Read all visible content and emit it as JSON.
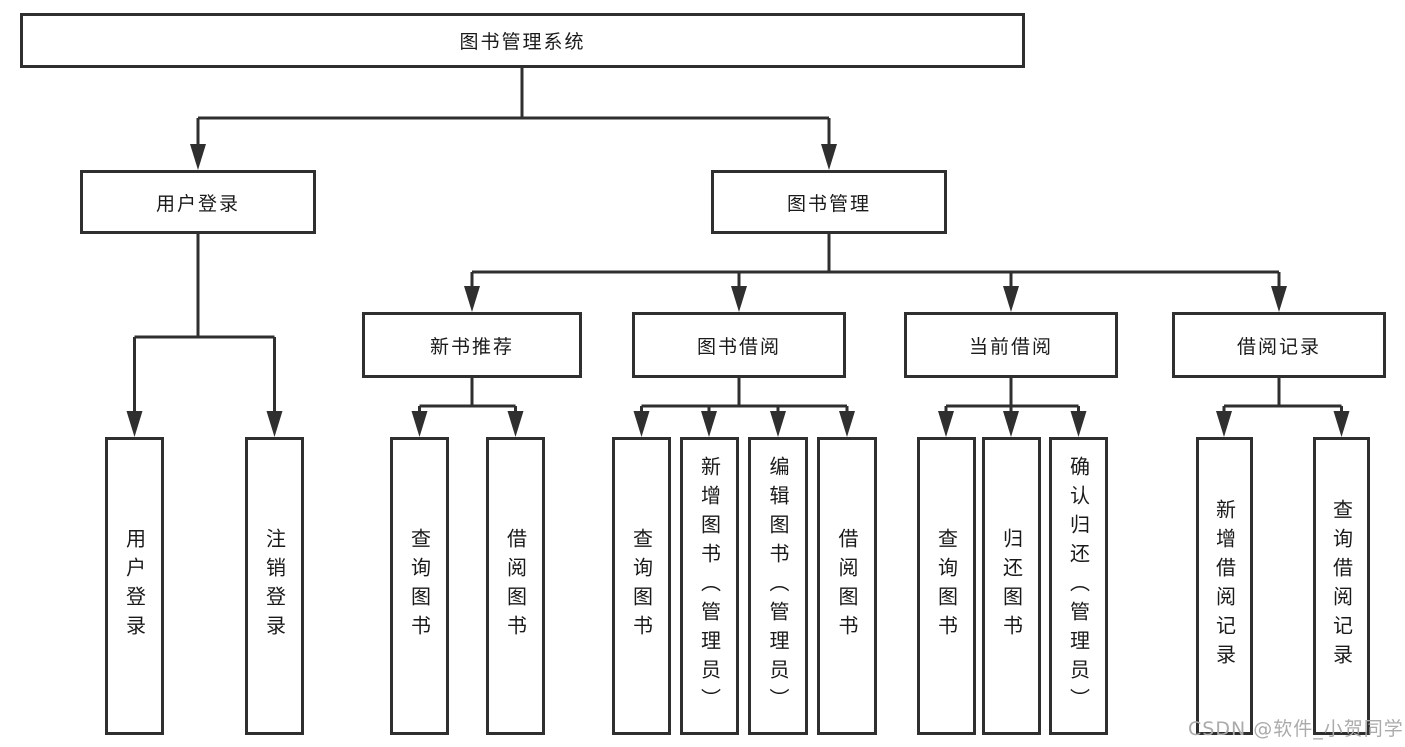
{
  "nodes": {
    "root": "图书管理系统",
    "user_login": "用户登录",
    "book_mgmt": "图书管理",
    "new_book_rec": "新书推荐",
    "book_borrow": "图书借阅",
    "current_borrow": "当前借阅",
    "borrow_record": "借阅记录",
    "ul_user_login": "用户登录",
    "ul_logout": "注销登录",
    "nb_query_book": "查询图书",
    "nb_borrow_book": "借阅图书",
    "bb_query_book": "查询图书",
    "bb_add_book": "新增图书（管理员）",
    "bb_edit_book": "编辑图书（管理员）",
    "bb_borrow_book": "借阅图书",
    "cb_query_book": "查询图书",
    "cb_return_book": "归还图书",
    "cb_confirm_return": "确认归还（管理员）",
    "br_add_record": "新增借阅记录",
    "br_query_record": "查询借阅记录"
  },
  "watermark": "CSDN @软件_小贺同学",
  "colors": {
    "line": "#2f2f2f",
    "text": "#1a1a1a",
    "watermark": "#ababab",
    "background": "#ffffff"
  }
}
